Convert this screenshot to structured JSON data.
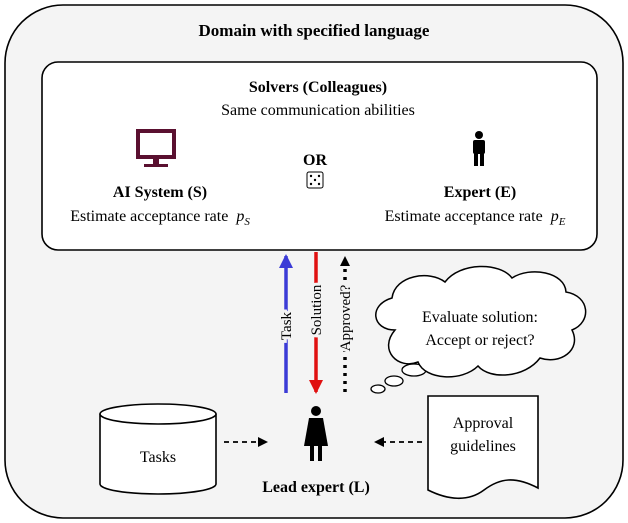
{
  "domain_box": {
    "title": "Domain with specified language"
  },
  "solvers": {
    "title": "Solvers (Colleagues)",
    "subtitle": "Same communication abilities",
    "or_label": "OR",
    "ai": {
      "name": "AI System (S)",
      "estimate": "Estimate acceptance rate",
      "symbol": "p",
      "subscript": "S"
    },
    "expert": {
      "name": "Expert (E)",
      "estimate": "Estimate acceptance rate",
      "symbol": "p",
      "subscript": "E"
    }
  },
  "arrows": {
    "task": "Task",
    "solution": "Solution",
    "approved": "Approved?"
  },
  "thought": {
    "line1": "Evaluate solution:",
    "line2": "Accept or reject?"
  },
  "tasks_db": {
    "label": "Tasks"
  },
  "guidelines": {
    "line1": "Approval",
    "line2": "guidelines"
  },
  "lead": {
    "label": "Lead expert (L)"
  },
  "colors": {
    "task_arrow": "#3b3bd6",
    "solution_arrow": "#e01010",
    "monitor": "#5a1030",
    "line": "#000000",
    "outer_fill": "#f4f4f4"
  }
}
